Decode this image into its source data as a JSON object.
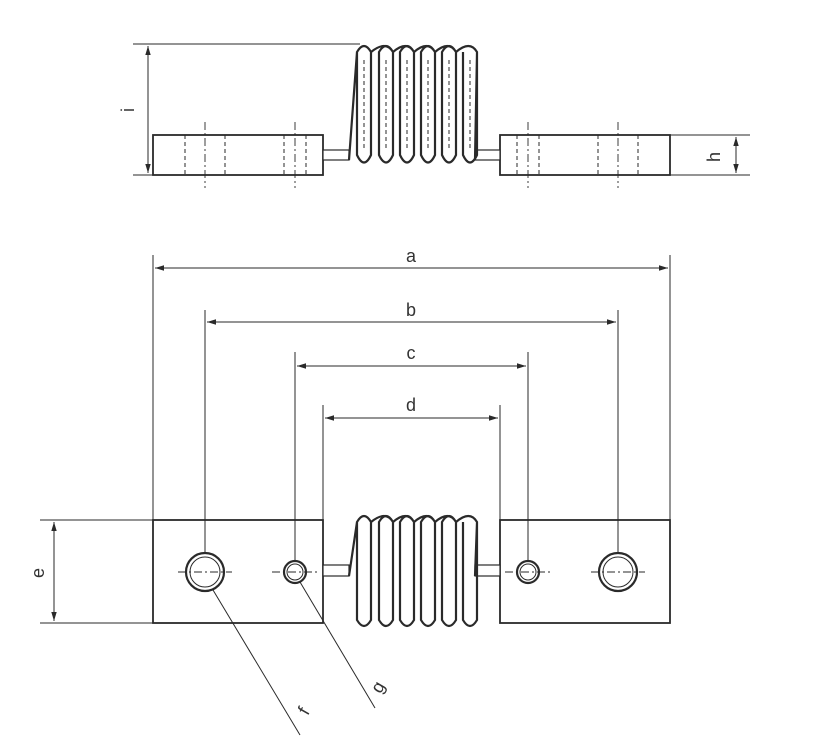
{
  "labels": {
    "a": "a",
    "b": "b",
    "c": "c",
    "d": "d",
    "e": "e",
    "f": "f",
    "g": "g",
    "h": "h",
    "i": "i"
  }
}
